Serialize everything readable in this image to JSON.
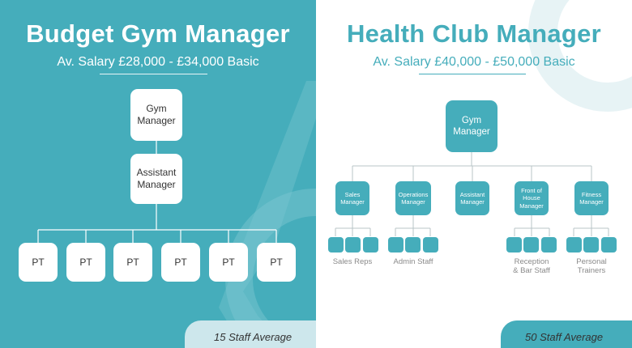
{
  "left": {
    "title": "Budget Gym Manager",
    "salary": "Av. Salary £28,000 - £34,000 Basic",
    "root": "Gym\nManager",
    "assistant": "Assistant\nManager",
    "pt_boxes": [
      "PT",
      "PT",
      "PT",
      "PT",
      "PT",
      "PT"
    ],
    "badge": "15 Staff Average"
  },
  "right": {
    "title": "Health Club Manager",
    "salary": "Av. Salary £40,000 - £50,000 Basic",
    "root": "Gym\nManager",
    "managers": [
      "Sales\nManager",
      "Operations\nManager",
      "Assistant\nManager",
      "Front of\nHouse\nManager",
      "Fitness\nManager"
    ],
    "groups": [
      "Sales Reps",
      "Admin Staff",
      "Reception\n& Bar Staff",
      "Personal\nTrainers"
    ],
    "badge": "50 Staff Average"
  },
  "colors": {
    "accent": "#45adbb",
    "white": "#ffffff",
    "line": "#b9c4c7"
  }
}
